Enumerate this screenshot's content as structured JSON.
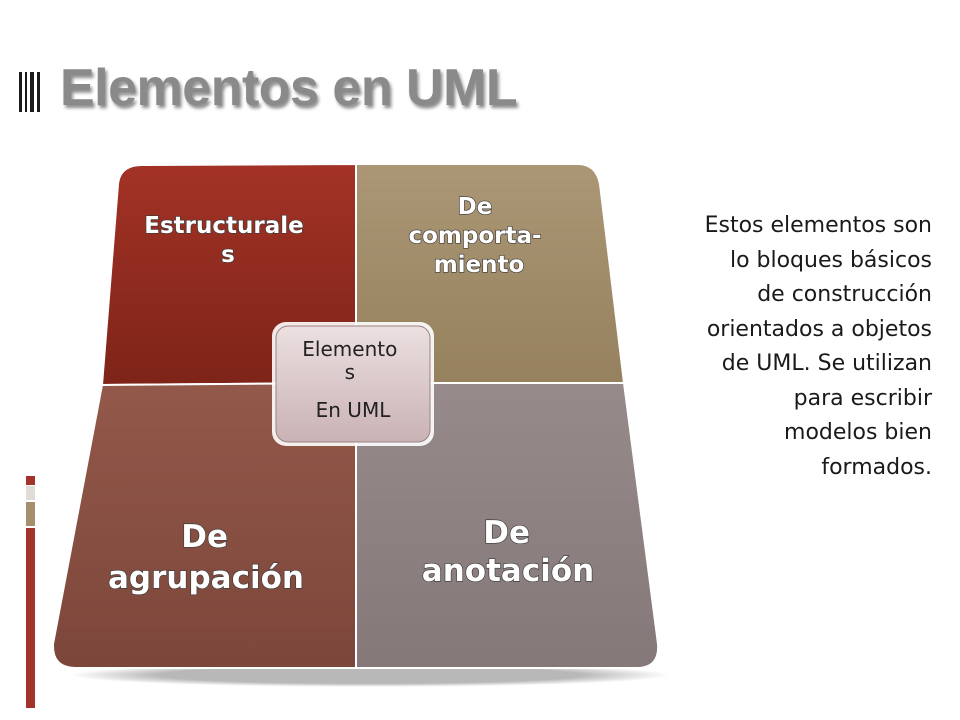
{
  "slide": {
    "title": "Elementos en UML",
    "description_lines": [
      "Estos elementos son",
      "lo bloques básicos",
      "de construcción",
      "orientados a objetos",
      "de UML. Se utilizan",
      "para escribir",
      "modelos bien",
      "formados."
    ]
  },
  "diagram": {
    "center_lines": [
      "Elemento",
      "s",
      "En UML"
    ],
    "quadrants": {
      "top_left": {
        "lines": [
          "Estructurale",
          "s"
        ],
        "color": "#8e2a1e"
      },
      "top_right": {
        "lines": [
          "De",
          "comporta-",
          "miento"
        ],
        "color": "#a18c69"
      },
      "bottom_left": {
        "lines": [
          "De",
          "agrupación"
        ],
        "color": "#8e5445"
      },
      "bottom_right": {
        "lines": [
          "De",
          "anotación"
        ],
        "color": "#8f8282"
      }
    },
    "center_color": "#dcc7c9"
  },
  "colors": {
    "title": "#8a8a8a",
    "text": "#1a1a1a",
    "accent_red": "#a3322b",
    "accent_light": "#e0dcd6",
    "accent_tan": "#a68f6d"
  }
}
